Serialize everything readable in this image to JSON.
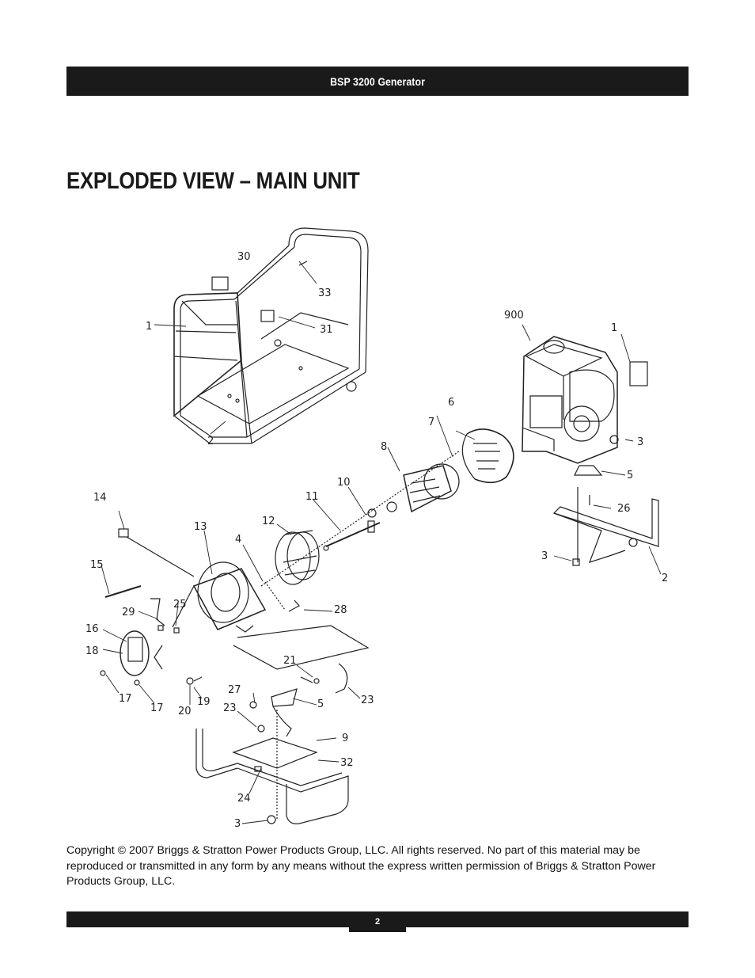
{
  "header": {
    "title": "BSP 3200 Generator"
  },
  "page_title": "EXPLODED VIEW – MAIN UNIT",
  "diagram": {
    "callouts": [
      "30",
      "33",
      "1",
      "31",
      "2",
      "900",
      "1",
      "3",
      "5",
      "26",
      "3",
      "2",
      "7",
      "6",
      "8",
      "10",
      "11",
      "12",
      "4",
      "14",
      "13",
      "15",
      "29",
      "25",
      "16",
      "18",
      "17",
      "17",
      "28",
      "21",
      "23",
      "27",
      "23",
      "5",
      "20",
      "19",
      "9",
      "32",
      "24",
      "3"
    ]
  },
  "copyright": "Copyright © 2007 Briggs & Stratton Power Products Group, LLC.  All rights reserved.  No part of this material may be reproduced or transmitted in any form by any means without the express written permission of Briggs & Stratton Power Products Group, LLC.",
  "footer": {
    "page_number": "2"
  }
}
